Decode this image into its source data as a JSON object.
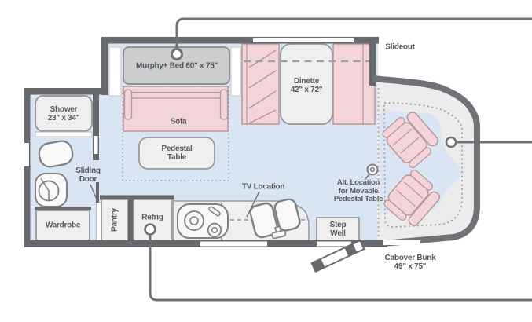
{
  "colors": {
    "wall": "#67696c",
    "floor_blue": "#d9e5f2",
    "floor_gray": "#ececec",
    "furn_fill": "#efefef",
    "furn_stroke": "#989b9e",
    "pink_fill": "#f3d4d8",
    "pink_stroke": "#bb959c",
    "bed_fill": "#cbcdce",
    "bed_stroke": "#8e9194",
    "fixture_fill": "#f8f8f8",
    "fixture_stroke": "#7e8184",
    "text": "#54585b",
    "dash": "#9aa0a4",
    "callout": "#6f7276",
    "white": "#ffffff"
  },
  "labels": {
    "murphy_bed": "Murphy+ Bed 60\" x 75\"",
    "sofa": "Sofa",
    "pedestal_table": "Pedestal\nTable",
    "dinette": "Dinette\n42\" x 72\"",
    "slideout": "Slideout",
    "shower": "Shower\n23\" x 34\"",
    "sliding_door": "Sliding\nDoor",
    "wardrobe": "Wardrobe",
    "pantry": "Pantry",
    "refrig": "Refrig",
    "tv_location": "TV Location",
    "step_well": "Step\nWell",
    "alt_pedestal_table": "Alt. Location\nfor Movable\nPedestal Table",
    "cabover_bunk": "Cabover Bunk\n49\" x 75\""
  }
}
